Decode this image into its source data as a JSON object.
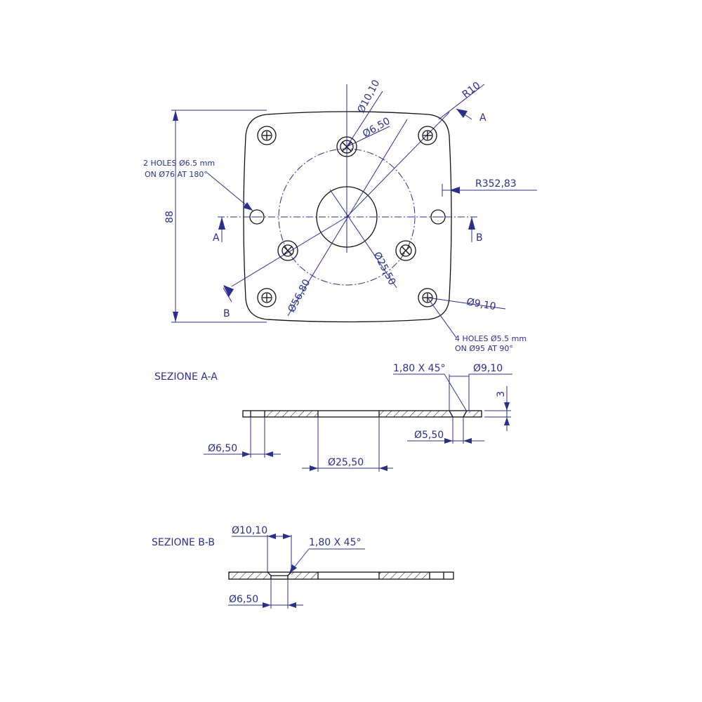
{
  "top_view": {
    "dim_height": "88",
    "dim_d1010": "Ø10,10",
    "dim_d650": "Ø6,50",
    "dim_r10": "R10",
    "section_a": "A",
    "section_b": "B",
    "dim_r35283": "R352,83",
    "note_2holes_line1": "2 HOLES Ø6.5 mm",
    "note_2holes_line2": "ON Ø76 AT 180°",
    "dim_d2550": "Ø25,50",
    "dim_d5680": "Ø56,80",
    "dim_d910": "Ø9,10",
    "note_4holes_line1": "4 HOLES Ø5.5 mm",
    "note_4holes_line2": "ON Ø95 AT 90°"
  },
  "section_aa": {
    "title": "SEZIONE A-A",
    "chamfer": "1,80 X 45°",
    "dim_d910": "Ø9,10",
    "dim_3": "3",
    "dim_d550": "Ø5,50",
    "dim_d650": "Ø6,50",
    "dim_d2550": "Ø25,50"
  },
  "section_bb": {
    "title": "SEZIONE B-B",
    "dim_d1010": "Ø10,10",
    "chamfer": "1,80 X 45°",
    "dim_d650": "Ø6,50"
  }
}
